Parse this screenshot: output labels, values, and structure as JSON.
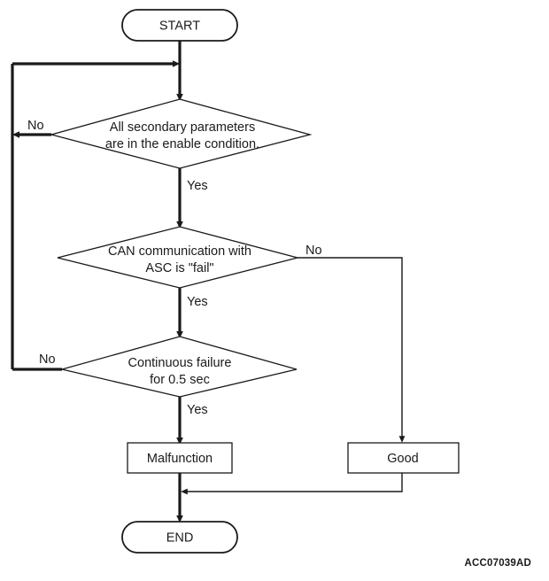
{
  "figure": {
    "id_label": "ACC07039AD",
    "type": "flowchart"
  },
  "nodes": {
    "start": {
      "label": "START",
      "shape": "terminator"
    },
    "decision_1": {
      "line1": "All secondary parameters",
      "line2": "are in the enable condition.",
      "shape": "decision"
    },
    "decision_2": {
      "line1": "CAN communication with",
      "line2": "ASC is \"fail\"",
      "shape": "decision"
    },
    "decision_3": {
      "line1": "Continuous failure",
      "line2": "for 0.5 sec",
      "shape": "decision"
    },
    "malfunction": {
      "label": "Malfunction",
      "shape": "process"
    },
    "good": {
      "label": "Good",
      "shape": "process"
    },
    "end": {
      "label": "END",
      "shape": "terminator"
    }
  },
  "edge_labels": {
    "d1_no": "No",
    "d1_yes": "Yes",
    "d2_no": "No",
    "d2_yes": "Yes",
    "d3_no": "No",
    "d3_yes": "Yes"
  },
  "colors": {
    "stroke": "#1a1a1a",
    "fill": "#ffffff",
    "background": "#ffffff"
  }
}
